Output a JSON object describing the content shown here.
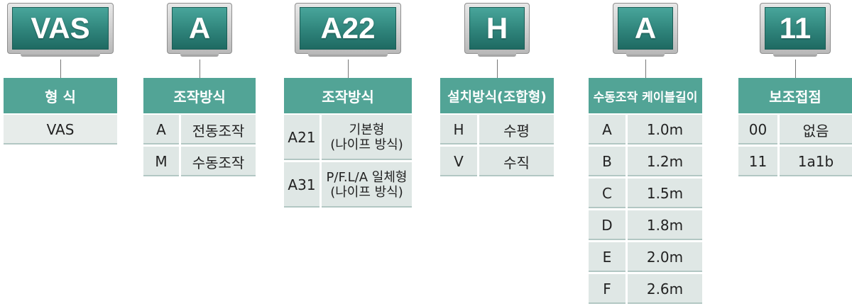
{
  "columns": [
    {
      "code": "VAS",
      "title": "형 식",
      "single_value": "VAS"
    },
    {
      "code": "A",
      "title": "조작방식",
      "rows": [
        {
          "code": "A",
          "desc": "전동조작"
        },
        {
          "code": "M",
          "desc": "수동조작"
        }
      ]
    },
    {
      "code": "A22",
      "title": "조작방식",
      "rows": [
        {
          "code": "A21",
          "desc": "기본형",
          "desc2": "(나이프 방식)"
        },
        {
          "code": "A31",
          "desc": "P/F.L/A 일체형",
          "desc2": "(나이프 방식)"
        }
      ]
    },
    {
      "code": "H",
      "title": "설치방식(조합형)",
      "rows": [
        {
          "code": "H",
          "desc": "수평"
        },
        {
          "code": "V",
          "desc": "수직"
        }
      ]
    },
    {
      "code": "A",
      "title": "수동조작 케이블길이",
      "rows": [
        {
          "code": "A",
          "desc": "1.0m"
        },
        {
          "code": "B",
          "desc": "1.2m"
        },
        {
          "code": "C",
          "desc": "1.5m"
        },
        {
          "code": "D",
          "desc": "1.8m"
        },
        {
          "code": "E",
          "desc": "2.0m"
        },
        {
          "code": "F",
          "desc": "2.6m"
        }
      ]
    },
    {
      "code": "11",
      "title": "보조접점",
      "rows": [
        {
          "code": "00",
          "desc": "없음"
        },
        {
          "code": "11",
          "desc": "1a1b"
        }
      ]
    }
  ],
  "colors": {
    "screen": "#2f847b",
    "header": "#52a496",
    "cell": "#dfe7e5"
  }
}
